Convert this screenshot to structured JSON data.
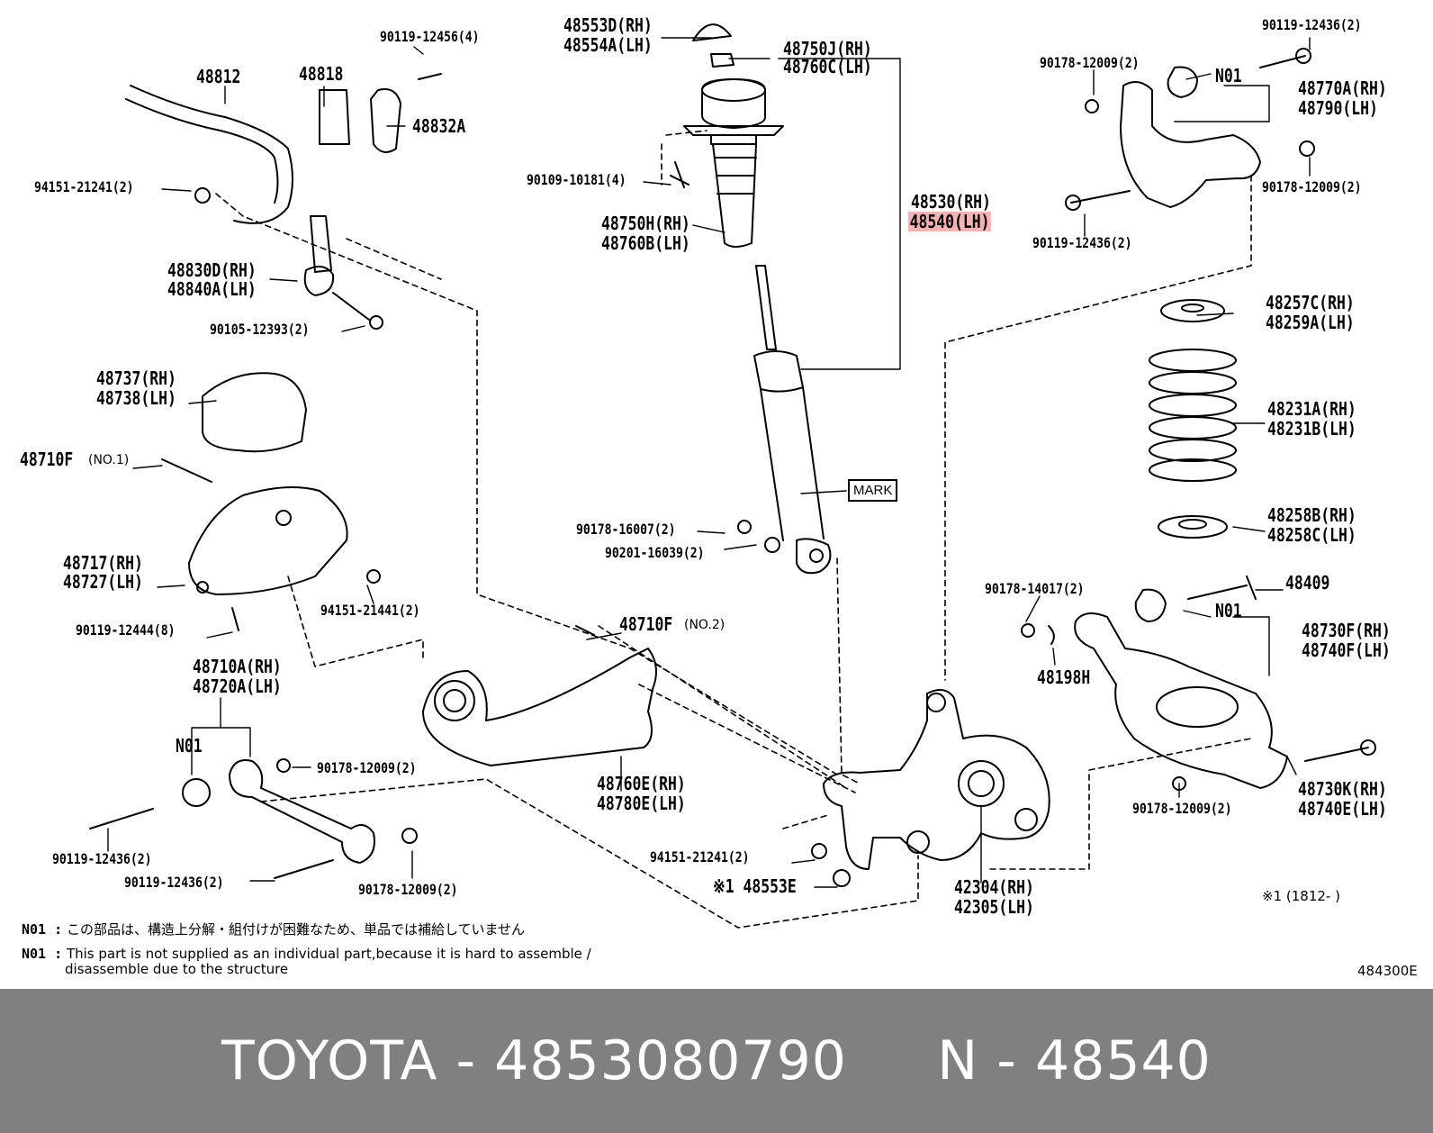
{
  "parts": {
    "p48553d": "48553D(RH)",
    "p48554a": "48554A(LH)",
    "p48750j": "48750J(RH)",
    "p48760c": "48760C(LH)",
    "p90109": "90109-10181(4)",
    "p48530": "48530(RH)",
    "p48540": "48540(LH)",
    "p48750h": "48750H(RH)",
    "p48760b": "48760B(LH)",
    "mark": "MARK",
    "p90178_16007": "90178-16007(2)",
    "p90201": "90201-16039(2)",
    "p48812": "48812",
    "p48818": "48818",
    "p90119_12456": "90119-12456(4)",
    "p48832a": "48832A",
    "p94151_21241_top": "94151-21241(2)",
    "p48830d": "48830D(RH)",
    "p48840a": "48840A(LH)",
    "p90105": "90105-12393(2)",
    "p48737": "48737(RH)",
    "p48738": "48738(LH)",
    "p48710f": "48710F",
    "no1": "(NO.1)",
    "p48717": "48717(RH)",
    "p48727": "48727(LH)",
    "p94151_21441": "94151-21441(2)",
    "p90119_12444": "90119-12444(8)",
    "p48710f2": "48710F",
    "no2": "(NO.2)",
    "p48710a": "48710A(RH)",
    "p48720a": "48720A(LH)",
    "n01_left": "N01",
    "p90178_12009_left": "90178-12009(2)",
    "p48760e": "48760E(RH)",
    "p48780e": "48780E(LH)",
    "p90119_12436_a": "90119-12436(2)",
    "p90119_12436_b": "90119-12436(2)",
    "p90178_12009_b": "90178-12009(2)",
    "p90119_12436_tr": "90119-12436(2)",
    "p90178_12009_tr": "90178-12009(2)",
    "n01_tr": "N01",
    "p48770a": "48770A(RH)",
    "p48790": "48790(LH)",
    "p90178_12009_tr2": "90178-12009(2)",
    "p90119_12436_tr2": "90119-12436(2)",
    "p48257c": "48257C(RH)",
    "p48259a": "48259A(LH)",
    "p48231a": "48231A(RH)",
    "p48231b": "48231B(LH)",
    "p48258b": "48258B(RH)",
    "p48258c": "48258C(LH)",
    "p90178_14017": "90178-14017(2)",
    "p48409": "48409",
    "n01_r": "N01",
    "p48198h": "48198H",
    "p48730f": "48730F(RH)",
    "p48740f": "48740F(LH)",
    "p48730k": "48730K(RH)",
    "p48740e": "48740E(LH)",
    "p90178_12009_r": "90178-12009(2)",
    "p94151_21241_bot": "94151-21241(2)",
    "p48553e": "※1 48553E",
    "p42304": "42304(RH)",
    "p42305": "42305(LH)",
    "footnote": "※1 (1812-      )"
  },
  "notes": {
    "n01_jp_code": "N01 :",
    "n01_jp": "この部品は、構造上分解・組付けが困難なため、単品では補給していません",
    "n01_en_code": "N01 :",
    "n01_en_1": "This part is not supplied as an individual part,because it is hard to assemble /",
    "n01_en_2": "disassemble due to the structure",
    "diagram_code": "484300E"
  },
  "footer": {
    "brand": "TOYOTA",
    "sep1": " - ",
    "part_number": "4853080790",
    "gap": "     ",
    "ref_prefix": "N",
    "sep2": " - ",
    "ref_number": "48540"
  },
  "colors": {
    "highlight": "#f5b3b3",
    "footer_bg": "#808080",
    "footer_text": "#ffffff",
    "line": "#000000"
  }
}
